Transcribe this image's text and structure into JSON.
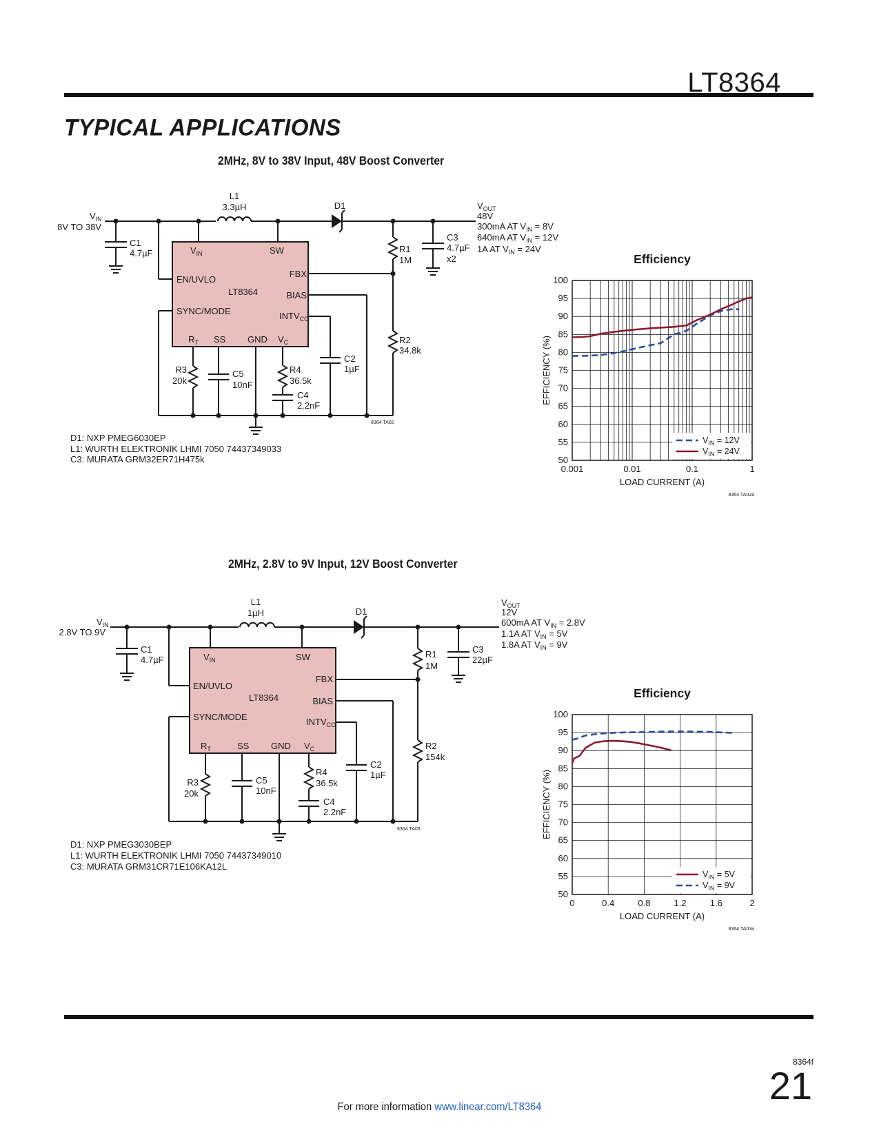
{
  "header": {
    "part_number": "LT8364",
    "section_title": "TYPICAL APPLICATIONS"
  },
  "circuit1": {
    "title": "2MHz, 8V to 38V Input, 48V Boost Converter",
    "vin_label": "V",
    "vin_sub": "IN",
    "vin_range": "8V TO 38V",
    "c1_name": "C1",
    "c1_value": "4.7µF",
    "l1_name": "L1",
    "l1_value": "3.3µH",
    "d1_name": "D1",
    "vout_label": "V",
    "vout_sub": "OUT",
    "vout_value": "48V",
    "vout_line1_a": "300mA AT V",
    "vout_line1_b": " = 8V",
    "vout_line2_a": "640mA AT V",
    "vout_line2_b": " = 12V",
    "vout_line3_a": "1A AT V",
    "vout_line3_b": " = 24V",
    "in_sub": "IN",
    "c3_name": "C3",
    "c3_value": "4.7µF",
    "c3_count": "x2",
    "r1_name": "R1",
    "r1_value": "1M",
    "r2_name": "R2",
    "r2_value": "34.8k",
    "r3_name": "R3",
    "r3_value": "20k",
    "r4_name": "R4",
    "r4_value": "36.5k",
    "c2_name": "C2",
    "c2_value": "1µF",
    "c4_name": "C4",
    "c4_value": "2.2nF",
    "c5_name": "C5",
    "c5_value": "10nF",
    "ic_name": "LT8364",
    "pins": {
      "vin": "V",
      "vin_sub": "IN",
      "sw": "SW",
      "en": "EN/UVLO",
      "fbx": "FBX",
      "bias": "BIAS",
      "sync": "SYNC/MODE",
      "intv": "INTV",
      "intv_sub": "CC",
      "rt": "R",
      "rt_sub": "T",
      "ss": "SS",
      "gnd": "GND",
      "vc": "V",
      "vc_sub": "C"
    },
    "fig_code": "8364 TA02",
    "notes": [
      "D1: NXP PMEG6030EP",
      "L1: WURTH ELEKTRONIK LHMI 7050 74437349033",
      "C3: MURATA GRM32ER71H475k"
    ]
  },
  "circuit2": {
    "title": "2MHz, 2.8V to 9V Input, 12V Boost Converter",
    "vin_label": "V",
    "vin_sub": "IN",
    "vin_range": "2.8V TO 9V",
    "c1_name": "C1",
    "c1_value": "4.7µF",
    "l1_name": "L1",
    "l1_value": "1µH",
    "d1_name": "D1",
    "vout_label": "V",
    "vout_sub": "OUT",
    "vout_value": "12V",
    "vout_line1_a": "600mA AT V",
    "vout_line1_b": " = 2.8V",
    "vout_line2_a": "1.1A AT V",
    "vout_line2_b": " = 5V",
    "vout_line3_a": "1.8A AT V",
    "vout_line3_b": " = 9V",
    "in_sub": "IN",
    "c3_name": "C3",
    "c3_value": "22µF",
    "r1_name": "R1",
    "r1_value": "1M",
    "r2_name": "R2",
    "r2_value": "154k",
    "r3_name": "R3",
    "r3_value": "20k",
    "r4_name": "R4",
    "r4_value": "36.5k",
    "c2_name": "C2",
    "c2_value": "1µF",
    "c4_name": "C4",
    "c4_value": "2.2nF",
    "c5_name": "C5",
    "c5_value": "10nF",
    "ic_name": "LT8364",
    "pins": {
      "vin": "V",
      "vin_sub": "IN",
      "sw": "SW",
      "en": "EN/UVLO",
      "fbx": "FBX",
      "bias": "BIAS",
      "sync": "SYNC/MODE",
      "intv": "INTV",
      "intv_sub": "CC",
      "rt": "R",
      "rt_sub": "T",
      "ss": "SS",
      "gnd": "GND",
      "vc": "V",
      "vc_sub": "C"
    },
    "fig_code": "8364 TA03",
    "notes": [
      "D1: NXP PMEG3030BEP",
      "L1: WURTH ELEKTRONIK LHMI 7050 74437349010",
      "C3: MURATA GRM31CR71E106KA12L"
    ]
  },
  "chart_data": [
    {
      "type": "line",
      "title": "Efficiency",
      "xlabel": "LOAD CURRENT (A)",
      "ylabel": "EFFICIENCY (%)",
      "x_scale": "log",
      "xlim": [
        0.001,
        1
      ],
      "ylim": [
        50,
        100
      ],
      "x_ticks": [
        "0.001",
        "0.01",
        "0.1",
        "1"
      ],
      "y_ticks": [
        "50",
        "55",
        "60",
        "65",
        "70",
        "75",
        "80",
        "85",
        "90",
        "95",
        "100"
      ],
      "grid": true,
      "legend": "bottom-right",
      "fig_code": "8364 TA02a",
      "series": [
        {
          "name": "V",
          "name_sub": "IN",
          "name_rest": " = 12V",
          "color": "#2e4a9a",
          "dash": true,
          "x": [
            0.001,
            0.002,
            0.003,
            0.005,
            0.008,
            0.012,
            0.02,
            0.03,
            0.05,
            0.08,
            0.12,
            0.2,
            0.3,
            0.45,
            0.6
          ],
          "y": [
            79,
            79.1,
            79.3,
            79.8,
            80.5,
            81.2,
            82,
            82.6,
            85,
            86,
            88,
            90.3,
            91.5,
            92,
            92
          ]
        },
        {
          "name": "V",
          "name_sub": "IN",
          "name_rest": " = 24V",
          "color": "#8a1a33",
          "dash": false,
          "x": [
            0.001,
            0.0015,
            0.002,
            0.003,
            0.005,
            0.008,
            0.012,
            0.02,
            0.03,
            0.05,
            0.08,
            0.12,
            0.2,
            0.3,
            0.45,
            0.6,
            0.8,
            1
          ],
          "y": [
            84.2,
            84.3,
            84.5,
            85.2,
            85.7,
            86.1,
            86.4,
            86.7,
            86.9,
            87.1,
            87.5,
            89,
            90.5,
            92,
            93.2,
            94.2,
            95,
            95.3
          ]
        }
      ]
    },
    {
      "type": "line",
      "title": "Efficiency",
      "xlabel": "LOAD CURRENT (A)",
      "ylabel": "EFFICIENCY (%)",
      "xlim": [
        0,
        2
      ],
      "ylim": [
        50,
        100
      ],
      "x_ticks": [
        "0",
        "0.4",
        "0.8",
        "1.2",
        "1.6",
        "2"
      ],
      "y_ticks": [
        "50",
        "55",
        "60",
        "65",
        "70",
        "75",
        "80",
        "85",
        "90",
        "95",
        "100"
      ],
      "grid": true,
      "legend": "bottom-right",
      "fig_code": "8364 TA03a",
      "series": [
        {
          "name": "V",
          "name_sub": "IN",
          "name_rest": " = 5V",
          "color": "#8a1a33",
          "dash": false,
          "x": [
            0,
            0.02,
            0.08,
            0.15,
            0.25,
            0.35,
            0.45,
            0.55,
            0.65,
            0.75,
            0.85,
            0.95,
            1.05,
            1.1
          ],
          "y": [
            86.5,
            87.8,
            88.5,
            90.8,
            92.2,
            92.6,
            92.7,
            92.6,
            92.4,
            92,
            91.5,
            91,
            90.4,
            90.1
          ]
        },
        {
          "name": "V",
          "name_sub": "IN",
          "name_rest": " = 9V",
          "color": "#2e4a9a",
          "dash": true,
          "x": [
            0,
            0.05,
            0.15,
            0.3,
            0.5,
            0.7,
            0.9,
            1.1,
            1.3,
            1.5,
            1.7,
            1.8
          ],
          "y": [
            93,
            93.3,
            94.2,
            94.7,
            95,
            95.1,
            95.2,
            95.3,
            95.3,
            95.2,
            95,
            94.9
          ]
        }
      ]
    }
  ],
  "footer": {
    "code": "8364f",
    "page": "21",
    "info_text": "For more information ",
    "link_text": "www.linear.com/LT8364"
  }
}
